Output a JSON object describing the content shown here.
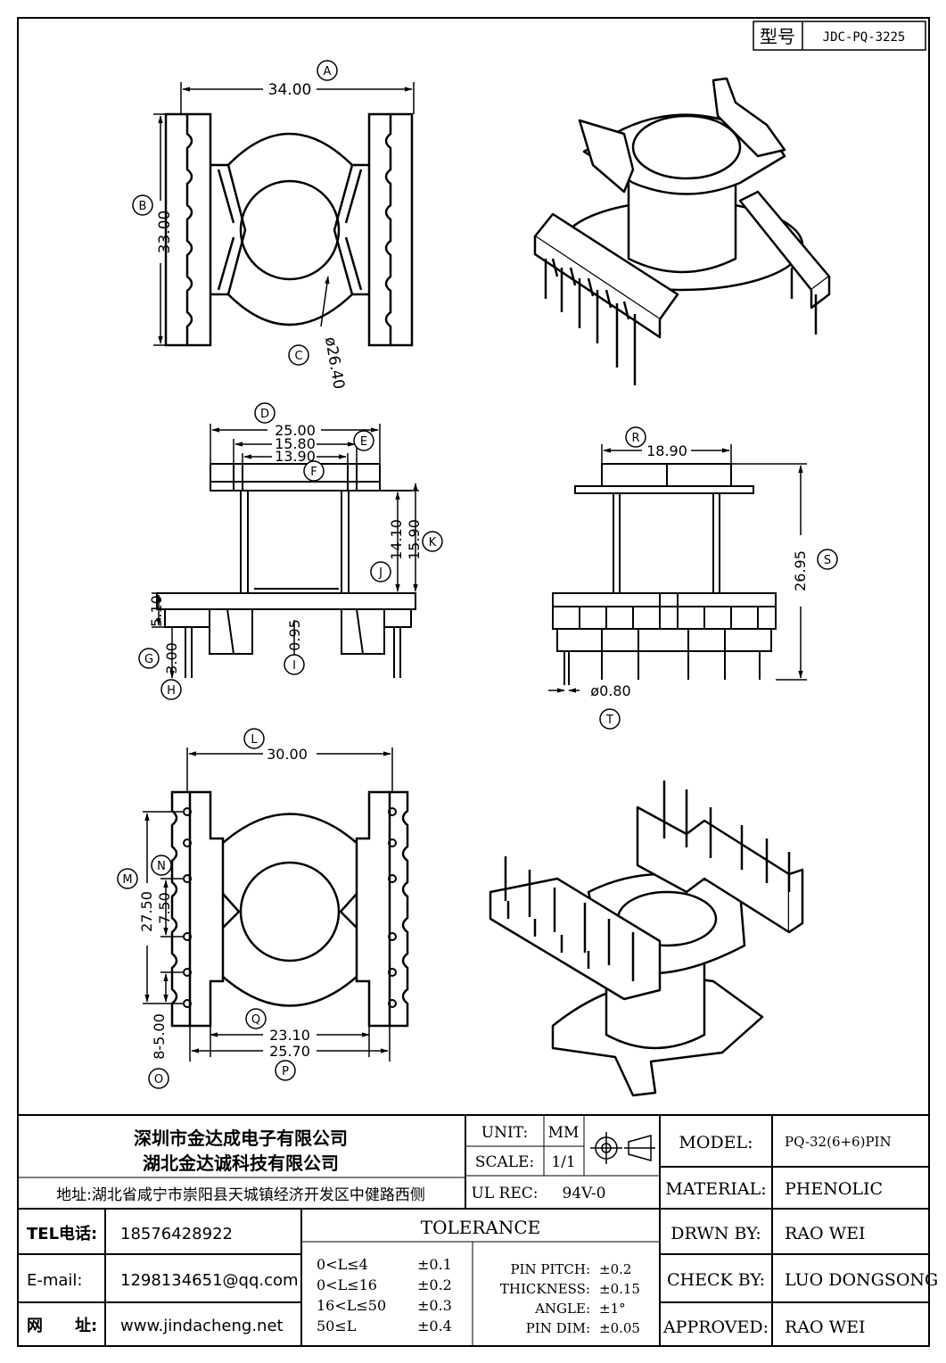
{
  "drawing_number": {
    "label": "型号",
    "value": "JDC-PQ-3225"
  },
  "callouts": {
    "A": "A",
    "B": "B",
    "C": "C",
    "D": "D",
    "E": "E",
    "F": "F",
    "G": "G",
    "H": "H",
    "I": "I",
    "J": "J",
    "K": "K",
    "L": "L",
    "M": "M",
    "N": "N",
    "O": "O",
    "P": "P",
    "Q": "Q",
    "R": "R",
    "S": "S",
    "T": "T"
  },
  "dimensions": {
    "A": "34.00",
    "B": "33.00",
    "C": "ø26.40",
    "D": "25.00",
    "E": "15.80",
    "F": "13.90",
    "J": "14.10",
    "K": "15.90",
    "G": "5.10",
    "H": "3.00",
    "I": "0.95",
    "R": "18.90",
    "S": "26.95",
    "T": "ø0.80",
    "L": "30.00",
    "M": "27.50",
    "N": "7.50",
    "O": "8-5.00",
    "Q": "23.10",
    "P": "25.70"
  },
  "company": {
    "name1": "深圳市金达成电子有限公司",
    "name2": "湖北金达诚科技有限公司",
    "address": "地址:湖北省咸宁市崇阳县天城镇经济开发区中健路西侧"
  },
  "contact": {
    "tel_label": "TEL电话:",
    "tel": "18576428922",
    "email_label": "E-mail:",
    "email": "1298134651@qq.com",
    "web_label": "网　　址:",
    "web": "www.jindacheng.net"
  },
  "specs": {
    "unit_label": "UNIT:",
    "unit": "MM",
    "scale_label": "SCALE:",
    "scale": "1/1",
    "ulrec_label": "UL REC:",
    "ulrec": "94V-0"
  },
  "tolerance": {
    "title": "TOLERANCE",
    "length_rules": [
      {
        "range": "0<L≤4",
        "tol": "±0.1"
      },
      {
        "range": "0<L≤16",
        "tol": "±0.2"
      },
      {
        "range": "16<L≤50",
        "tol": "±0.3"
      },
      {
        "range": "50≤L",
        "tol": "±0.4"
      }
    ],
    "other": [
      {
        "label": "PIN PITCH:",
        "tol": "±0.2"
      },
      {
        "label": "THICKNESS:",
        "tol": "±0.15"
      },
      {
        "label": "ANGLE:",
        "tol": "±1°"
      },
      {
        "label": "PIN DIM:",
        "tol": "±0.05"
      }
    ]
  },
  "title_block": {
    "model_label": "MODEL:",
    "model": "PQ-32(6+6)PIN",
    "material_label": "MATERIAL:",
    "material": "PHENOLIC",
    "drawn_label": "DRWN BY:",
    "drawn": "RAO WEI",
    "check_label": "CHECK BY:",
    "check": "LUO DONGSONG",
    "approved_label": "APPROVED:",
    "approved": "RAO WEI"
  }
}
